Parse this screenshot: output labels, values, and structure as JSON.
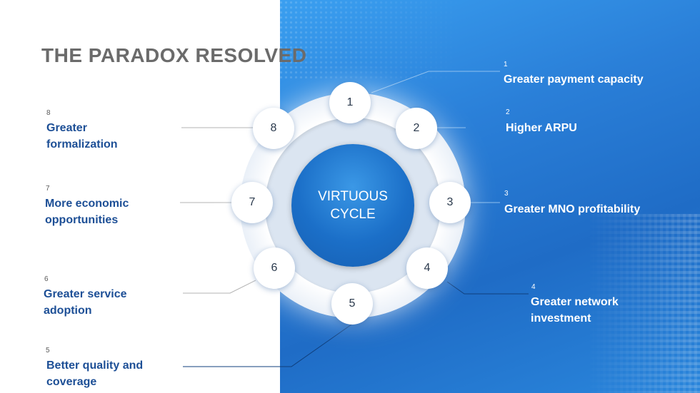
{
  "title": "THE PARADOX RESOLVED",
  "center_label": "VIRTUOUS CYCLE",
  "nodes": [
    "1",
    "2",
    "3",
    "4",
    "5",
    "6",
    "7",
    "8"
  ],
  "steps": [
    {
      "num": "1",
      "label": "Greater payment capacity"
    },
    {
      "num": "2",
      "label": "Higher ARPU"
    },
    {
      "num": "3",
      "label": "Greater MNO profitability"
    },
    {
      "num": "4",
      "label": "Greater network investment"
    },
    {
      "num": "5",
      "label": "Better quality and coverage"
    },
    {
      "num": "6",
      "label": "Greater service adoption"
    },
    {
      "num": "7",
      "label": "More economic opportunities"
    },
    {
      "num": "8",
      "label": "Greater formalization"
    }
  ],
  "colors": {
    "accent_blue": "#2a7fd8",
    "label_blue": "#1d4f96",
    "title_gray": "#6b6b6b"
  }
}
